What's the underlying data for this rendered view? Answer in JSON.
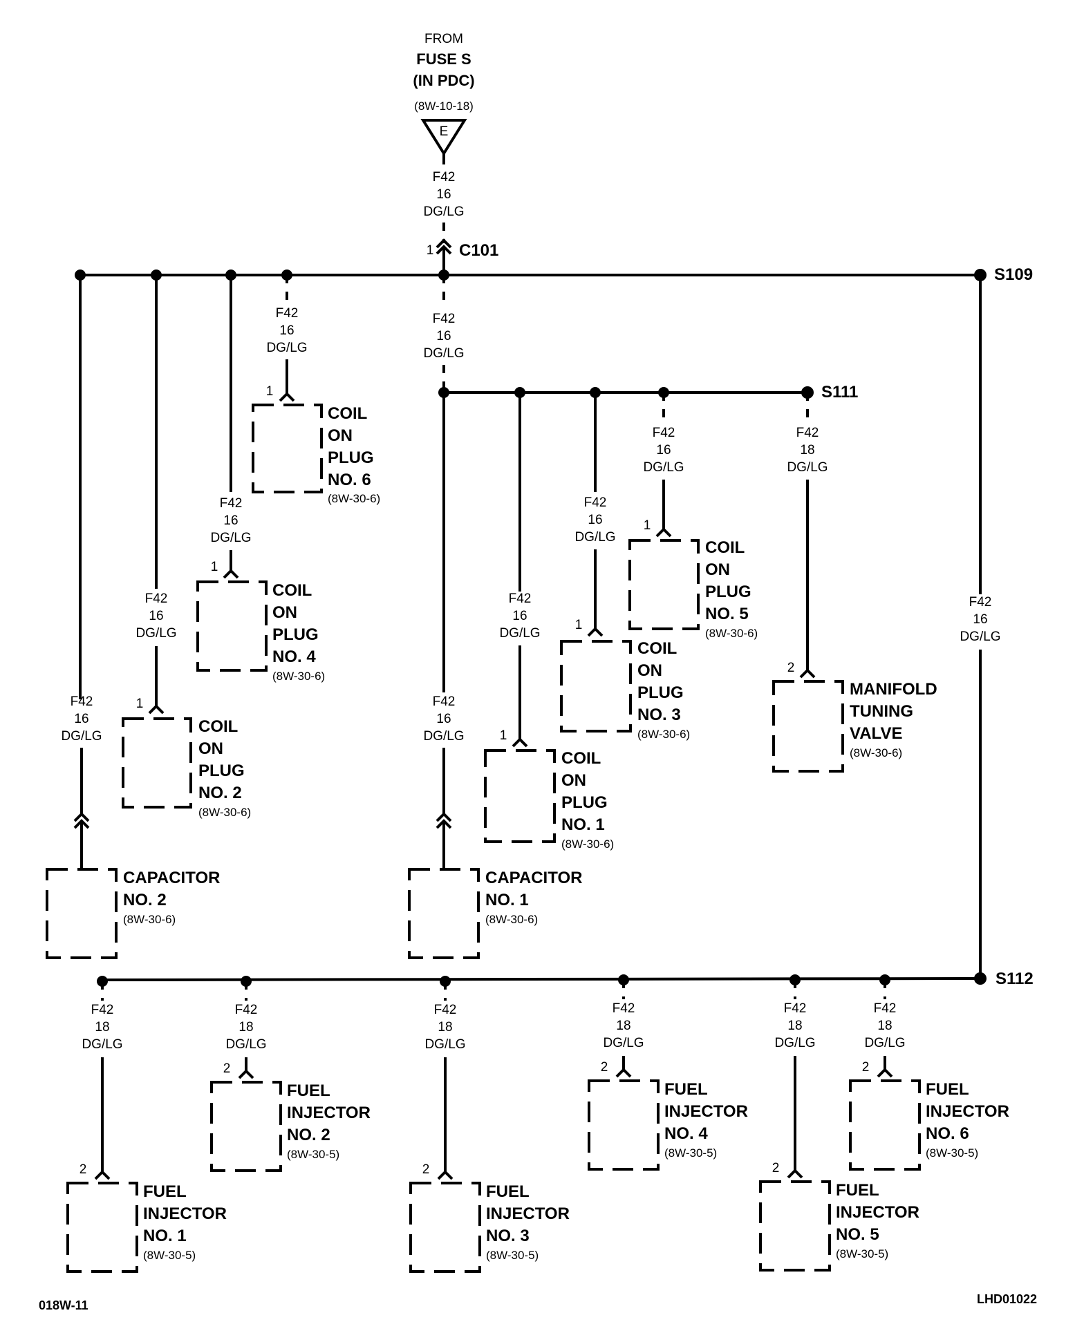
{
  "source": {
    "from": "FROM",
    "fuse": "FUSE S",
    "location": "(IN PDC)",
    "ref": "(8W-10-18)",
    "connector_letter": "E"
  },
  "wire": {
    "circuit": "F42",
    "gauge16": "16",
    "gauge18": "18",
    "color": "DG/LG"
  },
  "connector": {
    "pin": "1",
    "name": "C101"
  },
  "splices": {
    "s109": "S109",
    "s111": "S111",
    "s112": "S112"
  },
  "pins": {
    "one": "1",
    "two": "2"
  },
  "components": {
    "coil6": {
      "l1": "COIL",
      "l2": "ON",
      "l3": "PLUG",
      "l4": "NO. 6",
      "ref": "(8W-30-6)"
    },
    "coil4": {
      "l1": "COIL",
      "l2": "ON",
      "l3": "PLUG",
      "l4": "NO. 4",
      "ref": "(8W-30-6)"
    },
    "coil2": {
      "l1": "COIL",
      "l2": "ON",
      "l3": "PLUG",
      "l4": "NO. 2",
      "ref": "(8W-30-6)"
    },
    "coil5": {
      "l1": "COIL",
      "l2": "ON",
      "l3": "PLUG",
      "l4": "NO. 5",
      "ref": "(8W-30-6)"
    },
    "coil3": {
      "l1": "COIL",
      "l2": "ON",
      "l3": "PLUG",
      "l4": "NO. 3",
      "ref": "(8W-30-6)"
    },
    "coil1": {
      "l1": "COIL",
      "l2": "ON",
      "l3": "PLUG",
      "l4": "NO. 1",
      "ref": "(8W-30-6)"
    },
    "mtv": {
      "l1": "MANIFOLD",
      "l2": "TUNING",
      "l3": "VALVE",
      "ref": "(8W-30-6)"
    },
    "cap2": {
      "l1": "CAPACITOR",
      "l2": "NO. 2",
      "ref": "(8W-30-6)"
    },
    "cap1": {
      "l1": "CAPACITOR",
      "l2": "NO. 1",
      "ref": "(8W-30-6)"
    },
    "inj1": {
      "l1": "FUEL",
      "l2": "INJECTOR",
      "l3": "NO. 1",
      "ref": "(8W-30-5)"
    },
    "inj2": {
      "l1": "FUEL",
      "l2": "INJECTOR",
      "l3": "NO. 2",
      "ref": "(8W-30-5)"
    },
    "inj3": {
      "l1": "FUEL",
      "l2": "INJECTOR",
      "l3": "NO. 3",
      "ref": "(8W-30-5)"
    },
    "inj4": {
      "l1": "FUEL",
      "l2": "INJECTOR",
      "l3": "NO. 4",
      "ref": "(8W-30-5)"
    },
    "inj5": {
      "l1": "FUEL",
      "l2": "INJECTOR",
      "l3": "NO. 5",
      "ref": "(8W-30-5)"
    },
    "inj6": {
      "l1": "FUEL",
      "l2": "INJECTOR",
      "l3": "NO. 6",
      "ref": "(8W-30-5)"
    }
  },
  "footer": {
    "left": "018W-11",
    "right": "LHD01022"
  }
}
